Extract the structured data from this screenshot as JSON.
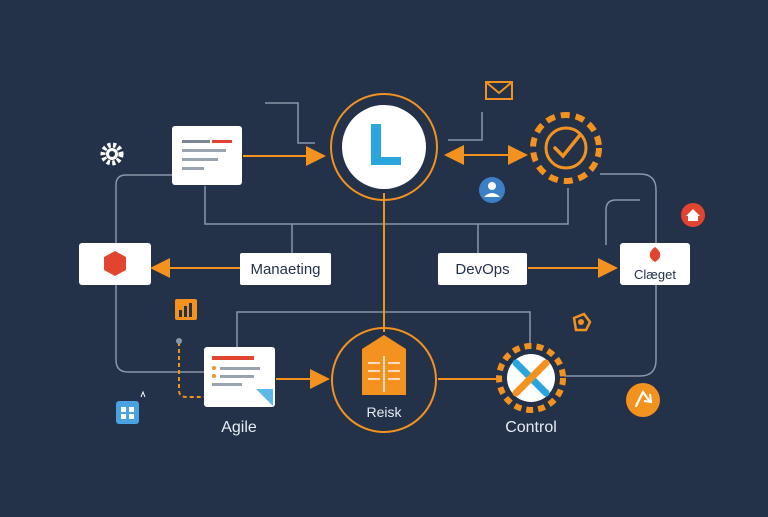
{
  "diagram": {
    "colors": {
      "background": "#233149",
      "connector": "#8a96a8",
      "accent": "#f3921f",
      "card": "#ffffff",
      "hub_blue": "#2aa6dd"
    },
    "hub_letter": "L",
    "nodes": {
      "managing": "Manaeting",
      "devops": "DevOps",
      "gadget": "Clæget",
      "agile": "Agile",
      "risk": "Reisk",
      "control": "Control"
    },
    "icons": {
      "settings": "gear-icon",
      "mail": "envelope-icon",
      "check": "check-badge-icon",
      "user": "user-icon",
      "home": "home-icon",
      "cost": "dollar-hexagon-icon",
      "chart": "bar-chart-icon",
      "pin": "pin-icon",
      "report": "report-icon",
      "document": "document-icon",
      "folder": "folder-icon",
      "tools": "tools-icon",
      "puzzle": "puzzle-icon",
      "refresh": "refresh-icon"
    }
  }
}
